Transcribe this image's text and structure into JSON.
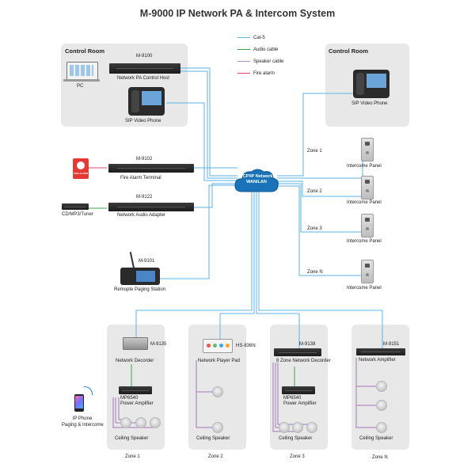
{
  "title": "M-9000 IP Network PA & Intercom System",
  "legend": [
    {
      "label": "Cat-5",
      "color": "#5bb4e6"
    },
    {
      "label": "Audio cable",
      "color": "#3aa64b"
    },
    {
      "label": "Speaker cable",
      "color": "#b08bc4"
    },
    {
      "label": "Fire alarm",
      "color": "#e0447c"
    }
  ],
  "control_room_left": {
    "title": "Control Room",
    "pc_label": "PC",
    "host_model": "M-9100",
    "host_label": "Network PA Control Host",
    "phone_label": "SIP Video Phone"
  },
  "control_room_right": {
    "title": "Control Room",
    "phone_label": "SIP Video Phone"
  },
  "fire_alarm": {
    "model": "M-9102",
    "label": "Fire Alarm Terminal",
    "icon_text": "FIRE ALARM"
  },
  "audio_adapter": {
    "model": "M-9122",
    "label": "Network Audio Adapter",
    "source_label": "CD/MP3/Tuner"
  },
  "paging_station": {
    "model": "M-9101",
    "label": "Remopte Paging Station"
  },
  "cloud": {
    "line1": "TCP/IP Network",
    "line2": "WAN/LAN"
  },
  "intercom_zones": [
    {
      "zone": "Zone 1",
      "label": "Intercome Panel"
    },
    {
      "zone": "Zone 2",
      "label": "Intercome Panel"
    },
    {
      "zone": "Zone 3",
      "label": "Intercome Panel"
    },
    {
      "zone": "Zone N",
      "label": "Intercome Panel"
    }
  ],
  "ip_phone": {
    "line1": "IP Phone",
    "line2": "Paging & Intercome"
  },
  "zones": [
    {
      "zone": "Zone 1",
      "device_model": "M-9135",
      "device_label": "Network Decorder",
      "amp_model": "MP6540",
      "amp_label": "Power Amplifier",
      "speaker_label": "Ceiling Speaker"
    },
    {
      "zone": "Zone 2",
      "device_model": "HS-836N",
      "device_label": "Network Player Pad",
      "speaker_label": "Ceiling Speaker"
    },
    {
      "zone": "Zone 3",
      "device_model": "M-9138",
      "device_label": "8 Zone Network Decorder",
      "amp_model": "MP6540",
      "amp_label": "Power Amplifier",
      "speaker_label": "Ceiling Speaker"
    },
    {
      "zone": "Zone N",
      "device_model": "M-9151",
      "device_label": "Network Amplifier",
      "speaker_label": "Ceiling Speaker"
    }
  ]
}
